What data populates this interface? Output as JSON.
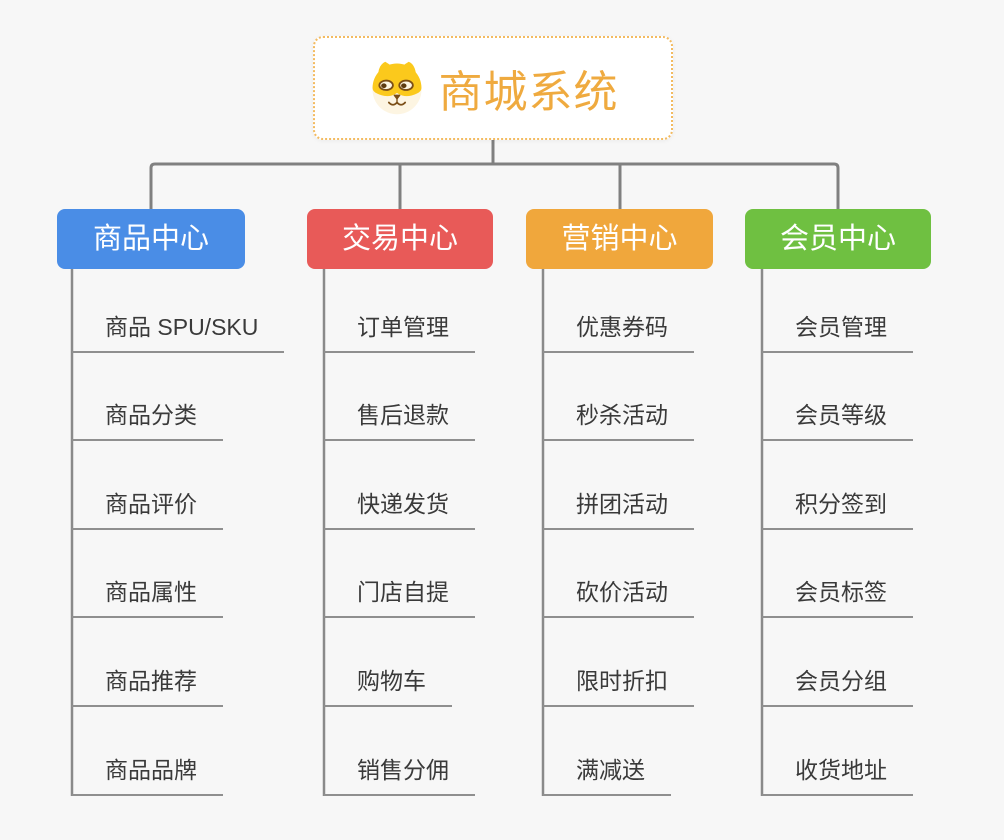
{
  "canvas": {
    "background": "#f7f7f7",
    "connector_color": "#808080",
    "leaf_underline_color": "#8f8f8f",
    "leaf_text_color": "#3a3a3a"
  },
  "root": {
    "title": "商城系统",
    "title_color": "#efaa3f",
    "border_color": "#f3bb61",
    "icon": "shiba-dog-face-icon"
  },
  "branches": [
    {
      "label": "商品中心",
      "color": "#4a8de6",
      "children": [
        "商品 SPU/SKU",
        "商品分类",
        "商品评价",
        "商品属性",
        "商品推荐",
        "商品品牌"
      ]
    },
    {
      "label": "交易中心",
      "color": "#e85a58",
      "children": [
        "订单管理",
        "售后退款",
        "快递发货",
        "门店自提",
        "购物车",
        "销售分佣"
      ]
    },
    {
      "label": "营销中心",
      "color": "#f0a73c",
      "children": [
        "优惠券码",
        "秒杀活动",
        "拼团活动",
        "砍价活动",
        "限时折扣",
        "满减送"
      ]
    },
    {
      "label": "会员中心",
      "color": "#6fc041",
      "children": [
        "会员管理",
        "会员等级",
        "积分签到",
        "会员标签",
        "会员分组",
        "收货地址"
      ]
    }
  ]
}
